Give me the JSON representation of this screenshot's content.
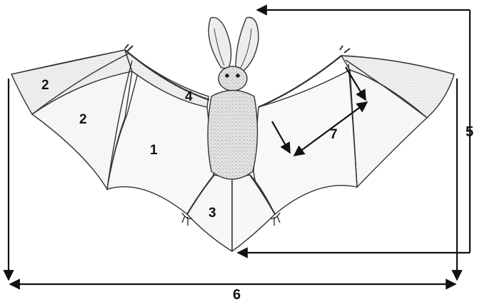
{
  "labels": {
    "membrane_1": "1",
    "membrane_2a": "2",
    "membrane_2b": "2",
    "membrane_3": "3",
    "membrane_4": "4",
    "dim_5": "5",
    "dim_6": "6",
    "dim_7": "7"
  },
  "colors": {
    "ink": "#111111",
    "membrane": "#f4f4f4",
    "shading": "#cfcfcf",
    "body": "#e6e6e6"
  }
}
